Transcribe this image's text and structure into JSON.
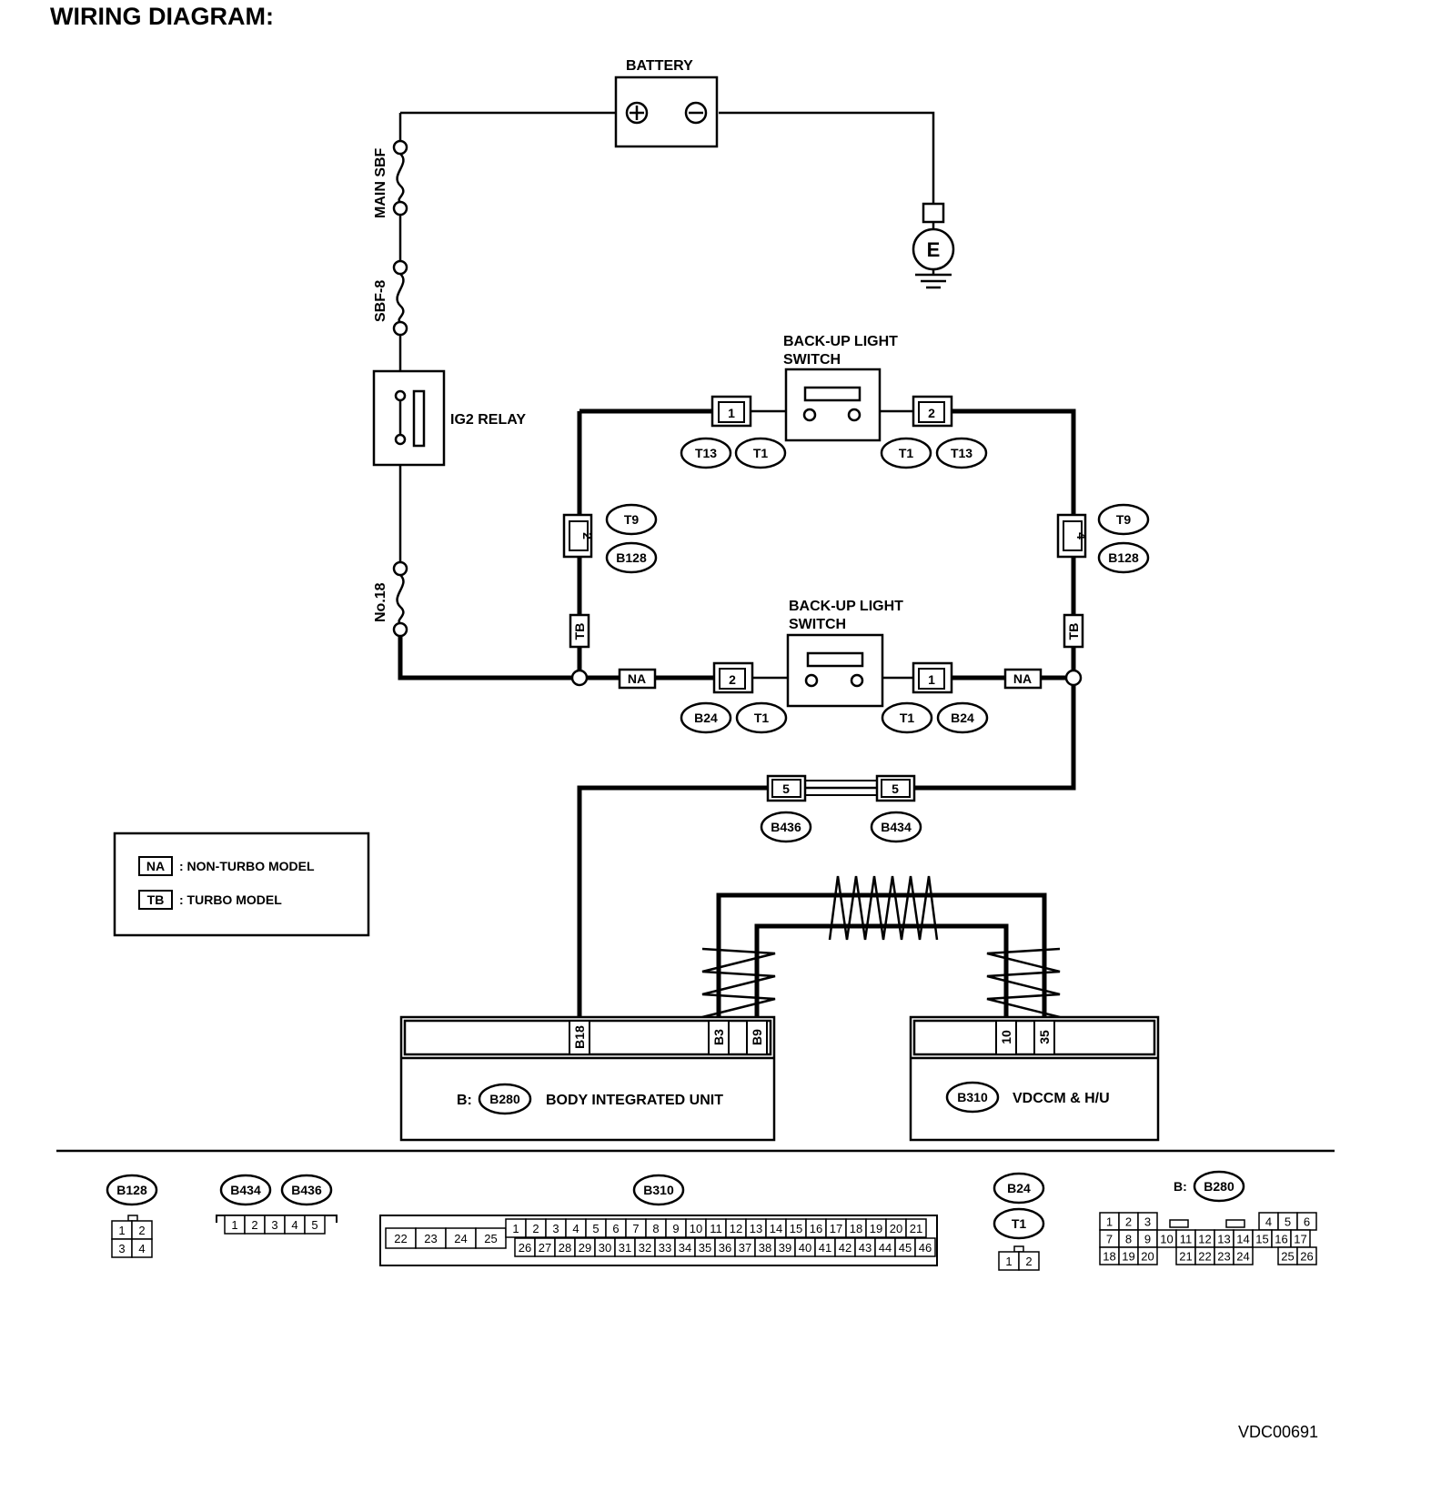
{
  "title": "WIRING DIAGRAM:",
  "figure_id": "VDC00691",
  "components": {
    "battery": "BATTERY",
    "battery_plus": "+",
    "battery_minus": "−",
    "ground": "E",
    "main_sbf": "MAIN SBF",
    "sbf8": "SBF-8",
    "ig2_relay": "IG2 RELAY",
    "fuse_no18": "No.18",
    "switch_upper": [
      "BACK-UP LIGHT",
      "SWITCH"
    ],
    "switch_lower": [
      "BACK-UP LIGHT",
      "SWITCH"
    ],
    "body_unit_prefix": "B:",
    "body_unit_connector": "B280",
    "body_unit": "BODY INTEGRATED UNIT",
    "vdc_connector": "B310",
    "vdc_unit": "VDCCM & H/U"
  },
  "connectors": {
    "sw1_left_pin": "1",
    "sw1_right_pin": "2",
    "sw1_left_tags": [
      "T13",
      "T1"
    ],
    "sw1_right_tags": [
      "T1",
      "T13"
    ],
    "left_vertical_pin": "2",
    "right_vertical_pin": "4",
    "vertical_tags": [
      "T9",
      "B128"
    ],
    "left_tb": "TB",
    "right_tb": "TB",
    "left_na": "NA",
    "right_na": "NA",
    "sw2_left_pin": "2",
    "sw2_right_pin": "1",
    "sw2_left_tags": [
      "B24",
      "T1"
    ],
    "sw2_right_tags": [
      "T1",
      "B24"
    ],
    "joint_pin_left": "5",
    "joint_pin_right": "5",
    "joint_tags": [
      "B436",
      "B434"
    ],
    "body_pins": [
      "B18",
      "B3",
      "B9"
    ],
    "vdc_pins": [
      "10",
      "35"
    ]
  },
  "legend": {
    "items": [
      {
        "code": "NA",
        "text": ": NON-TURBO MODEL"
      },
      {
        "code": "TB",
        "text": ": TURBO MODEL"
      }
    ]
  },
  "connector_views": {
    "b128": {
      "label": "B128",
      "row1": [
        "1",
        "2"
      ],
      "row2": [
        "3",
        "4"
      ]
    },
    "b434_b436": {
      "labels": [
        "B434",
        "B436"
      ],
      "pins": [
        "1",
        "2",
        "3",
        "4",
        "5"
      ]
    },
    "b310": {
      "label": "B310",
      "left_pins": [
        "22",
        "23",
        "24",
        "25"
      ],
      "row1": [
        "1",
        "2",
        "3",
        "4",
        "5",
        "6",
        "7",
        "8",
        "9",
        "10",
        "11",
        "12",
        "13",
        "14",
        "15",
        "16",
        "17",
        "18",
        "19",
        "20",
        "21"
      ],
      "row2": [
        "26",
        "27",
        "28",
        "29",
        "30",
        "31",
        "32",
        "33",
        "34",
        "35",
        "36",
        "37",
        "38",
        "39",
        "40",
        "41",
        "42",
        "43",
        "44",
        "45",
        "46"
      ]
    },
    "b24_t1": {
      "labels": [
        "B24",
        "T1"
      ],
      "pins": [
        "1",
        "2"
      ]
    },
    "b280": {
      "prefix": "B:",
      "label": "B280",
      "row1_left": [
        "1",
        "2",
        "3"
      ],
      "row1_right": [
        "4",
        "5",
        "6"
      ],
      "row2": [
        "7",
        "8",
        "9",
        "10",
        "11",
        "12",
        "13",
        "14",
        "15",
        "16",
        "17"
      ],
      "row3_left": [
        "18",
        "19",
        "20"
      ],
      "row3_mid": [
        "21",
        "22",
        "23",
        "24"
      ],
      "row3_right": [
        "25",
        "26"
      ]
    }
  }
}
